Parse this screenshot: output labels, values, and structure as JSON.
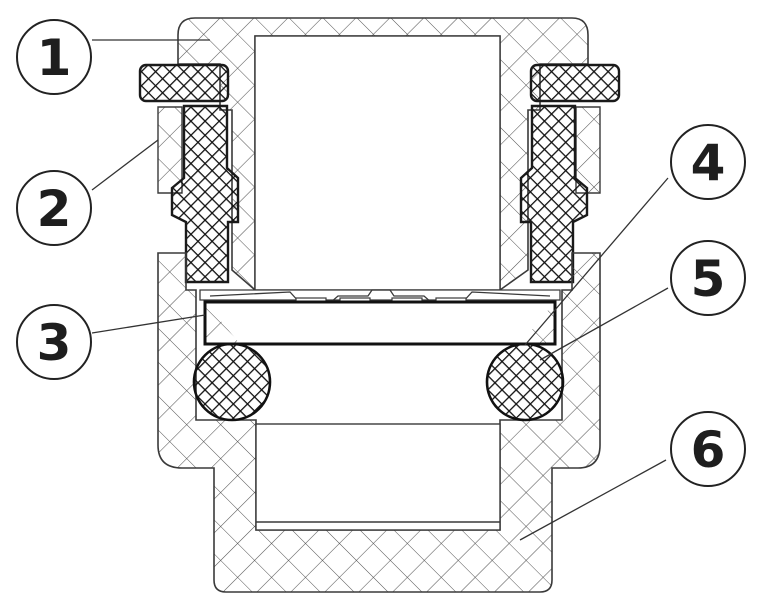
{
  "diagram": {
    "type": "cross-section",
    "colors": {
      "outline": "#3a3a3a",
      "body_hatch": "#555555",
      "seal_hatch": "#1a1a1a",
      "callout": "#222222",
      "background": "#ffffff"
    },
    "callouts": [
      {
        "id": 1,
        "label": "1"
      },
      {
        "id": 2,
        "label": "2"
      },
      {
        "id": 3,
        "label": "3"
      },
      {
        "id": 4,
        "label": "4"
      },
      {
        "id": 5,
        "label": "5"
      },
      {
        "id": 6,
        "label": "6"
      }
    ]
  }
}
